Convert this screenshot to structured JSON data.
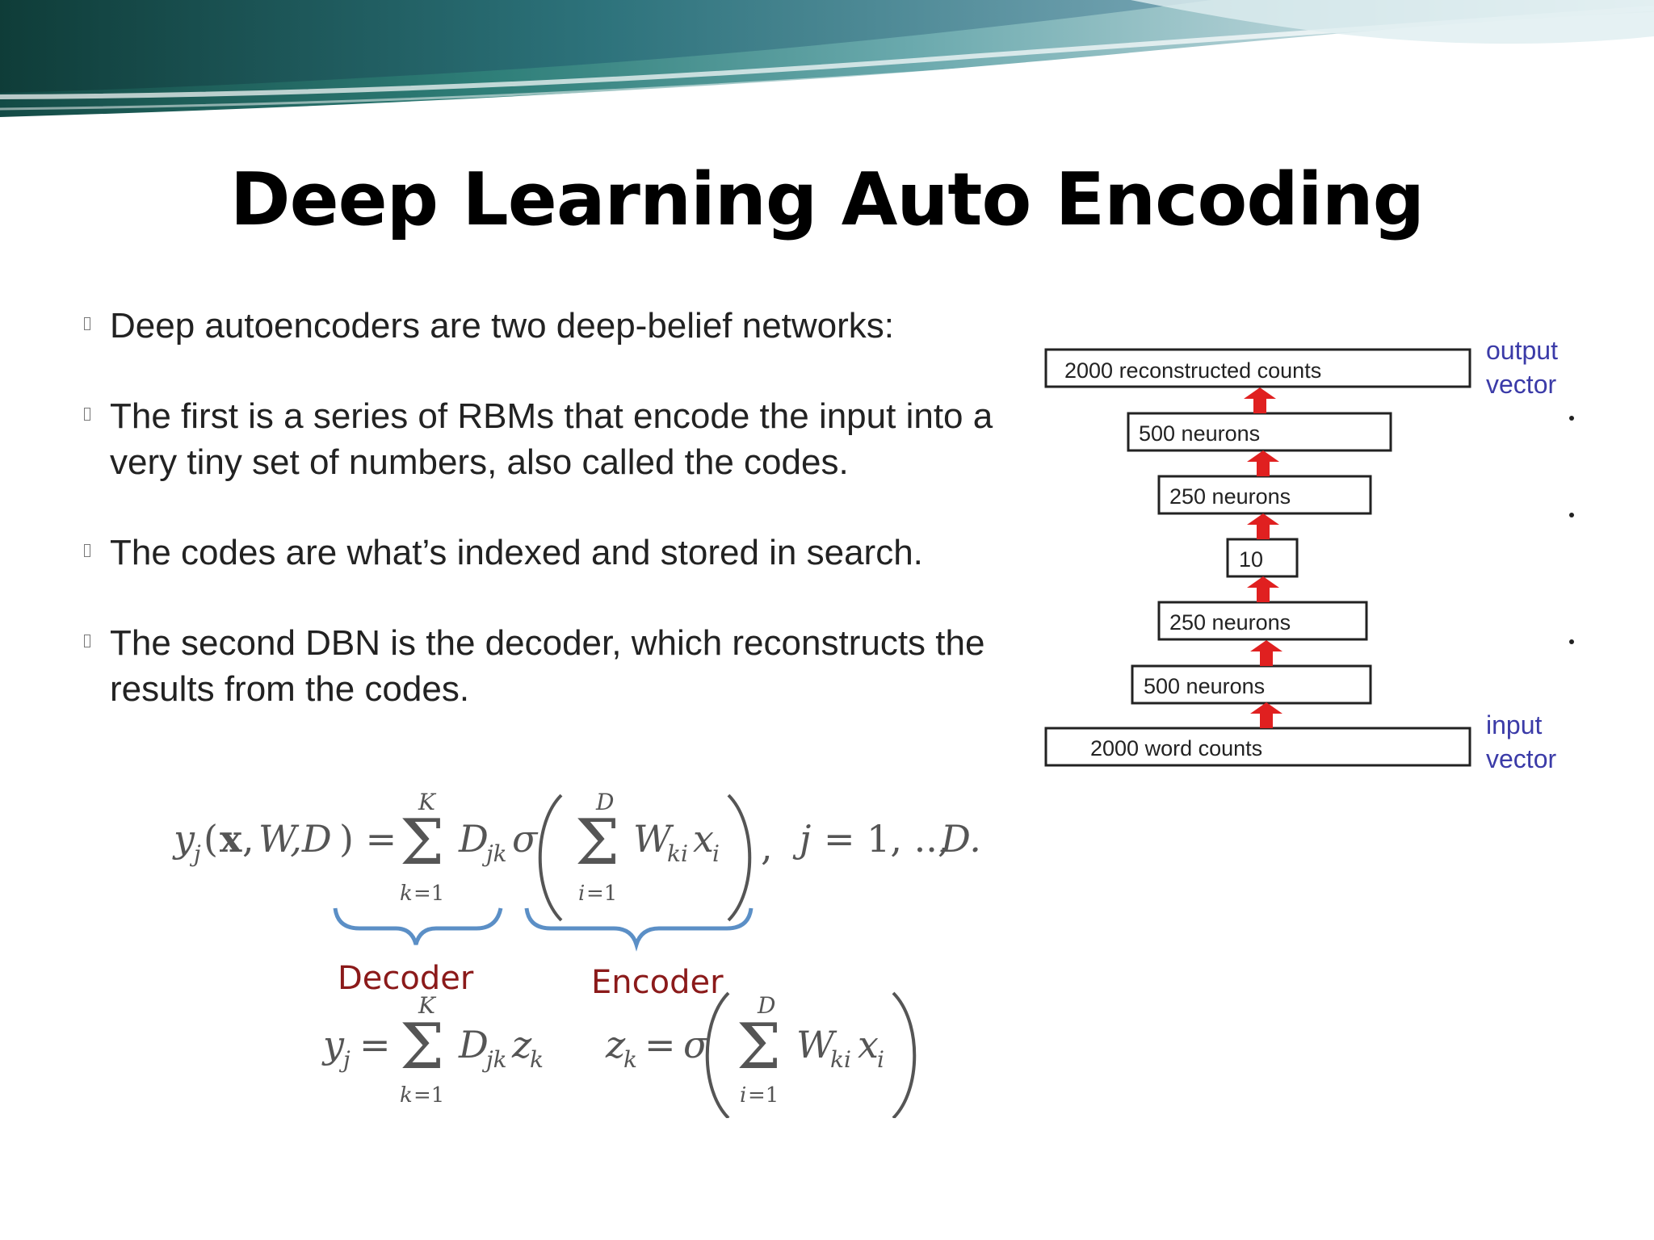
{
  "slide": {
    "title": "Deep Learning Auto Encoding",
    "bullets": [
      "Deep autoencoders are two deep-belief networks:",
      "The first is a series of RBMs that encode the input into a very tiny set of numbers, also called the codes.",
      "The codes are what’s indexed and stored in search.",
      "The second DBN is the decoder, which reconstructs the results from the codes."
    ]
  },
  "network": {
    "layers": [
      "2000  reconstructed counts",
      "500 neurons",
      "250 neurons",
      "10",
      "250 neurons",
      "500 neurons",
      "2000  word counts"
    ],
    "output_label": [
      "output",
      "vector"
    ],
    "input_label": [
      "input",
      "vector"
    ],
    "arrow_color": "#e02020",
    "label_color": "#3b3ba8"
  },
  "equation": {
    "decoder_label": "Decoder",
    "encoder_label": "Encoder",
    "label_color": "#8b1a1a",
    "brace_color": "#5b8fc6"
  },
  "colors": {
    "banner_dark": "#1f5a55",
    "banner_teal": "#4fa3a0",
    "banner_light": "#cfe3e4"
  }
}
